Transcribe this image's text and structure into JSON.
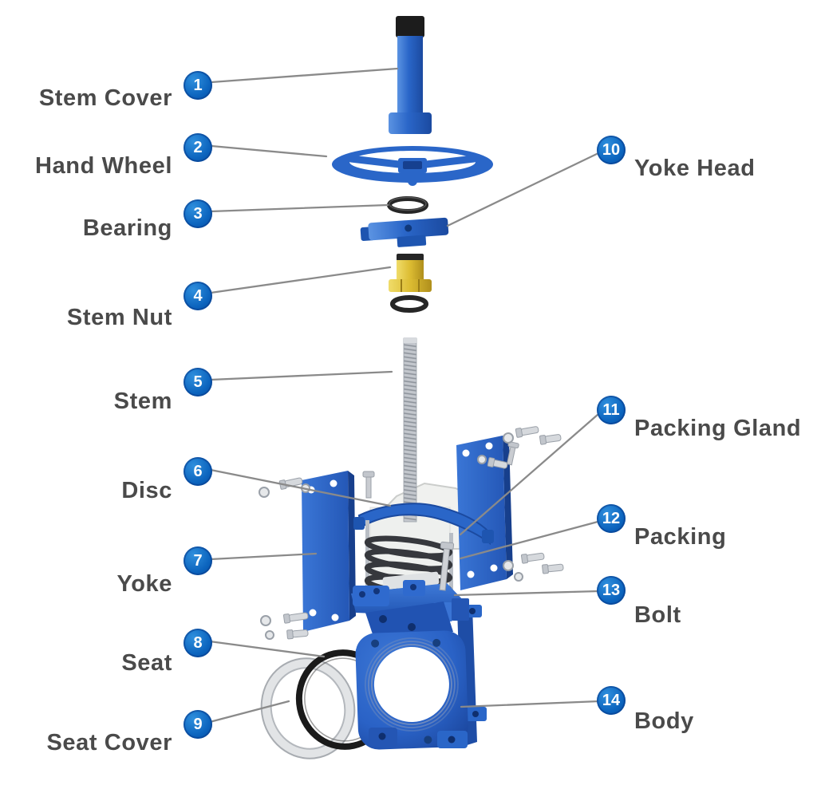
{
  "diagram": {
    "labels": [
      {
        "num": "1",
        "text": "Stem Cover"
      },
      {
        "num": "2",
        "text": "Hand Wheel"
      },
      {
        "num": "3",
        "text": "Bearing"
      },
      {
        "num": "4",
        "text": "Stem Nut"
      },
      {
        "num": "5",
        "text": "Stem"
      },
      {
        "num": "6",
        "text": "Disc"
      },
      {
        "num": "7",
        "text": "Yoke"
      },
      {
        "num": "8",
        "text": "Seat"
      },
      {
        "num": "9",
        "text": "Seat Cover"
      },
      {
        "num": "10",
        "text": "Yoke Head"
      },
      {
        "num": "11",
        "text": "Packing Gland"
      },
      {
        "num": "12",
        "text": "Packing"
      },
      {
        "num": "13",
        "text": "Bolt"
      },
      {
        "num": "14",
        "text": "Body"
      }
    ],
    "colors": {
      "part_blue": "#2a66c8",
      "part_blue_dark": "#1b4aa0",
      "badge_blue": "#0b63bd",
      "stem_nut_yellow": "#dcbc32",
      "label_text": "#4a4a4a",
      "leader_line": "#8a8a8a",
      "background": "#ffffff"
    }
  }
}
